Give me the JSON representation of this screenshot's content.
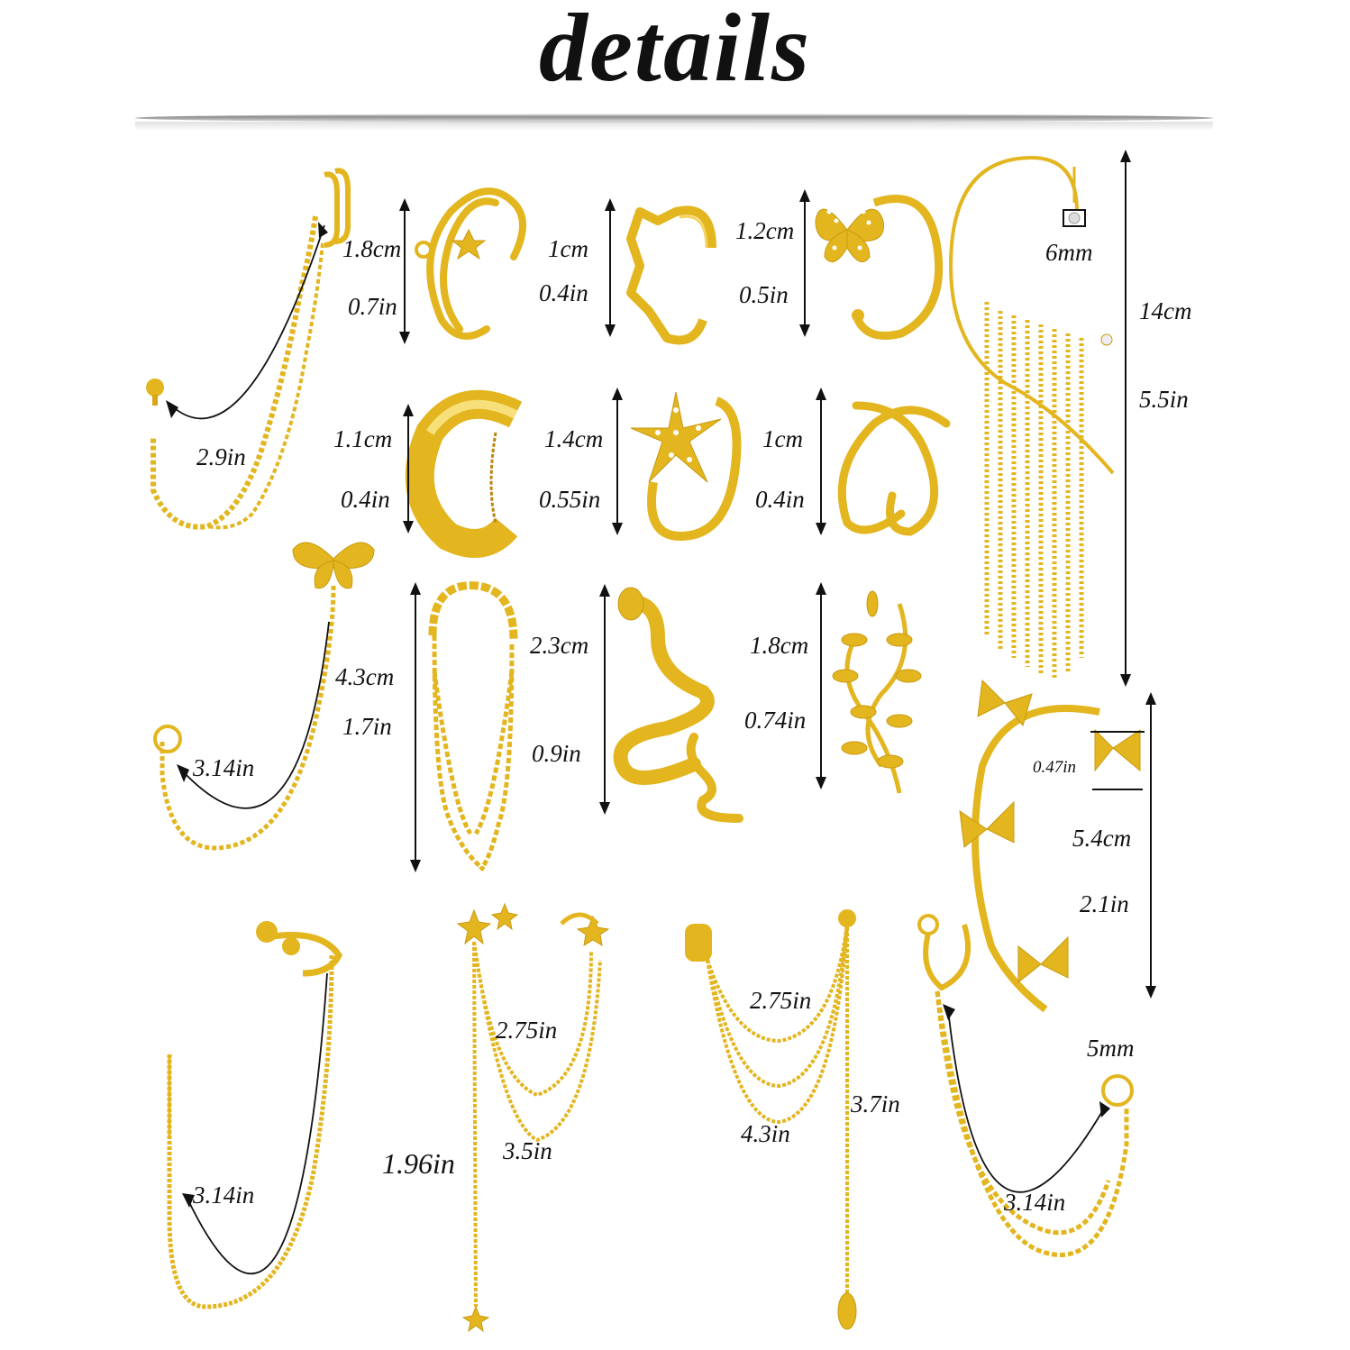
{
  "title": "details",
  "colors": {
    "gold": "#E3B51F",
    "gold_dark": "#B8860B",
    "text": "#111111"
  },
  "items": [
    {
      "name": "double-cuff-chain",
      "labels": [
        "1.8cm",
        "0.7in",
        "2.9in"
      ]
    },
    {
      "name": "star-crystal-cuff",
      "labels": [
        "1cm",
        "0.4in"
      ]
    },
    {
      "name": "wave-cuff",
      "labels": [
        "1.2cm",
        "0.5in"
      ]
    },
    {
      "name": "butterfly-cuff",
      "labels": [
        "6mm"
      ]
    },
    {
      "name": "tassel-climber",
      "labels": [
        "14cm",
        "5.5in"
      ]
    },
    {
      "name": "wide-band-cuff",
      "labels": [
        "1.1cm",
        "0.4in"
      ]
    },
    {
      "name": "starburst-cuff",
      "labels": [
        "1.4cm",
        "0.55in"
      ]
    },
    {
      "name": "criss-cross-cuff",
      "labels": [
        "1cm",
        "0.4in"
      ]
    },
    {
      "name": "butterfly-chain",
      "labels": [
        "4.3cm",
        "1.7in",
        "3.14in"
      ]
    },
    {
      "name": "twisted-chain-cuff",
      "labels": [
        "2.3cm",
        "0.9in"
      ]
    },
    {
      "name": "snake-cuff",
      "labels": [
        "1.8cm",
        "0.74in"
      ]
    },
    {
      "name": "leaf-vine-cuff",
      "labels": []
    },
    {
      "name": "butterfly-climber",
      "labels": [
        "0.47in",
        "5.4cm",
        "2.1in"
      ]
    },
    {
      "name": "ball-cuff-threader",
      "labels": [
        "3.14in"
      ]
    },
    {
      "name": "star-double-chain",
      "labels": [
        "2.75in",
        "3.5in",
        "1.96in"
      ]
    },
    {
      "name": "cuff-leaf-chain",
      "labels": [
        "2.75in",
        "3.7in",
        "4.3in"
      ]
    },
    {
      "name": "crystal-stud-chain",
      "labels": [
        "5mm",
        "3.14in"
      ]
    }
  ]
}
